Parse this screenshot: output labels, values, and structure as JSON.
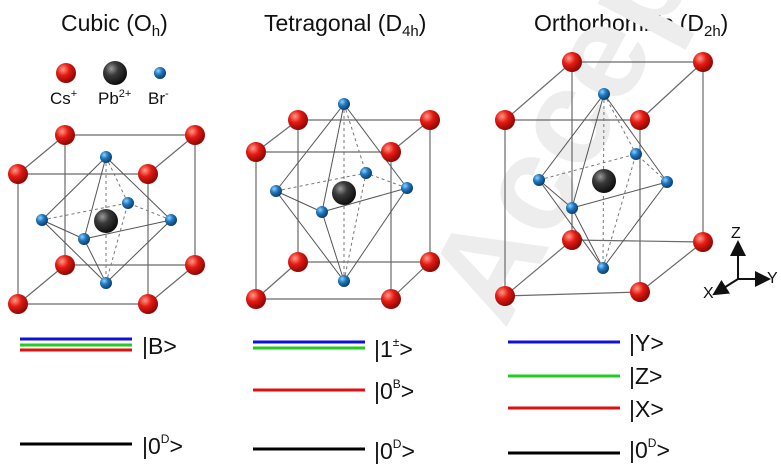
{
  "titles": {
    "cubic": {
      "main": "Cubic (O",
      "sub": "h",
      "close": ")"
    },
    "tetragonal": {
      "main": "Tetragonal (D",
      "sub": "4h",
      "close": ")"
    },
    "orthorhombic": {
      "main": "Orthorhombic (D",
      "sub": "2h",
      "close": ")"
    }
  },
  "legend": {
    "cs": {
      "base": "Cs",
      "sup": "+"
    },
    "pb": {
      "base": "Pb",
      "sup": "2+"
    },
    "br": {
      "base": "Br",
      "sup": "-"
    }
  },
  "axes": {
    "z": "Z",
    "x": "X",
    "y": "Y"
  },
  "levels": {
    "cubic": {
      "upper": "|B>",
      "ground_base": "|0",
      "ground_sup": "D",
      "ground_close": ">"
    },
    "tetragonal": {
      "upper_base": "|1",
      "upper_sup": "±",
      "upper_close": ">",
      "mid_base": "|0",
      "mid_sup": "B",
      "mid_close": ">",
      "ground_base": "|0",
      "ground_sup": "D",
      "ground_close": ">"
    },
    "orthorhombic": {
      "y": "|Y>",
      "z": "|Z>",
      "x": "|X>",
      "ground_base": "|0",
      "ground_sup": "D",
      "ground_close": ">"
    }
  },
  "colors": {
    "cs_atom": "#d9140f",
    "pb_atom": "#2b2b2b",
    "br_atom": "#1f6fb5",
    "blue_level": "#1010dd",
    "green_level": "#22cc22",
    "red_level": "#e01010",
    "black_level": "#000000"
  }
}
